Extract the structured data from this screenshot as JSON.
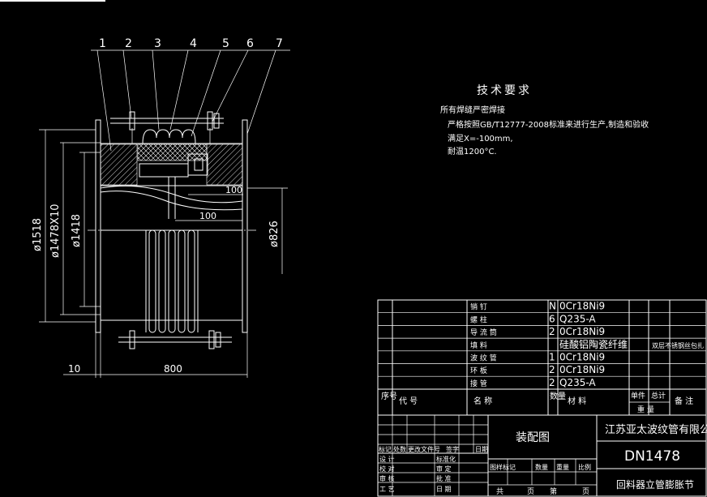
{
  "part_numbers": [
    "1",
    "2",
    "3",
    "4",
    "5",
    "6",
    "7"
  ],
  "dimensions": {
    "d1518": "ø1518",
    "d1478": "ø1478X10",
    "d1418": "ø1418",
    "d826": "ø826",
    "d100_upper": "100",
    "d100_lower": "100",
    "d10": "10",
    "d800": "800"
  },
  "tech_requirements": {
    "title": "技术要求",
    "lines": [
      "所有焊缝严密焊接",
      "严格按照GB/T12777-2008标准来进行生产,制造和验收",
      "满足X=-100mm,",
      "耐温1200°C."
    ]
  },
  "bom": {
    "rows": [
      {
        "name": "销 钉",
        "qty": "N",
        "material": "0Cr18Ni9",
        "remark": ""
      },
      {
        "name": "螺 柱",
        "qty": "6",
        "material": "Q235-A",
        "remark": ""
      },
      {
        "name": "导 流 筒",
        "qty": "2",
        "material": "0Cr18Ni9",
        "remark": ""
      },
      {
        "name": "填 料",
        "qty": "",
        "material": "硅酸铝陶瓷纤维",
        "remark": "双层不锈钢丝包扎"
      },
      {
        "name": "波 纹 管",
        "qty": "1",
        "material": "0Cr18Ni9",
        "remark": ""
      },
      {
        "name": "环 板",
        "qty": "2",
        "material": "0Cr18Ni9",
        "remark": ""
      },
      {
        "name": "接 管",
        "qty": "2",
        "material": "Q235-A",
        "remark": ""
      }
    ],
    "header": {
      "no": "序号",
      "code": "代 号",
      "name": "名 称",
      "qty": "数量",
      "material": "材 料",
      "unit_weight": "单件",
      "total_weight": "总计",
      "weight": "重 量",
      "remark": "备 注"
    }
  },
  "title_block": {
    "drawing_type": "装配图",
    "company": "江苏亚太波纹管有限公司",
    "drawing_no": "DN1478",
    "product_name": "回料器立管膨胀节",
    "rev_headers": [
      "标记",
      "处数",
      "更改文件号",
      "签字",
      "日期"
    ],
    "sign_rows": [
      [
        "设 计",
        "标准化"
      ],
      [
        "校 对",
        "审 定"
      ],
      [
        "审 核",
        "批 准"
      ],
      [
        "工 艺",
        "日 期"
      ]
    ],
    "stage_headers": [
      "图样标记",
      "数量",
      "重量",
      "比例"
    ],
    "sheet_labels": [
      "共",
      "页",
      "第",
      "页"
    ]
  }
}
